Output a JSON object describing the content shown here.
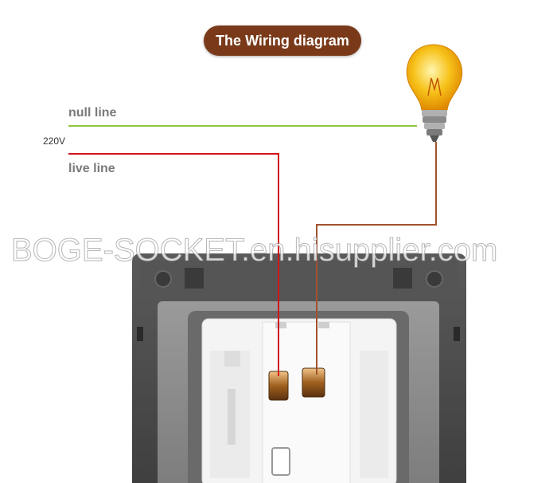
{
  "title": "The Wiring diagram",
  "labels": {
    "null_line": "null line",
    "live_line": "live line",
    "voltage": "220V"
  },
  "watermark": "BOGE-SOCKET.en.hisupplier.com",
  "colors": {
    "title_bg": "#7a3a1a",
    "null_wire": "#8dc63f",
    "live_wire": "#d0151b",
    "lamp_wire": "#a0522d",
    "frame": "#4a4a4a",
    "plate": "#8a8a8a",
    "module": "#f4f4f4"
  }
}
